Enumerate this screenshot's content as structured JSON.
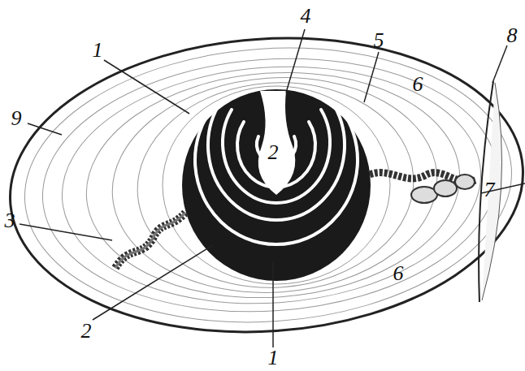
{
  "diagram": {
    "labels": [
      "1",
      "4",
      "5",
      "8",
      "9",
      "3",
      "2",
      "2",
      "1",
      "6",
      "6",
      "7"
    ]
  }
}
